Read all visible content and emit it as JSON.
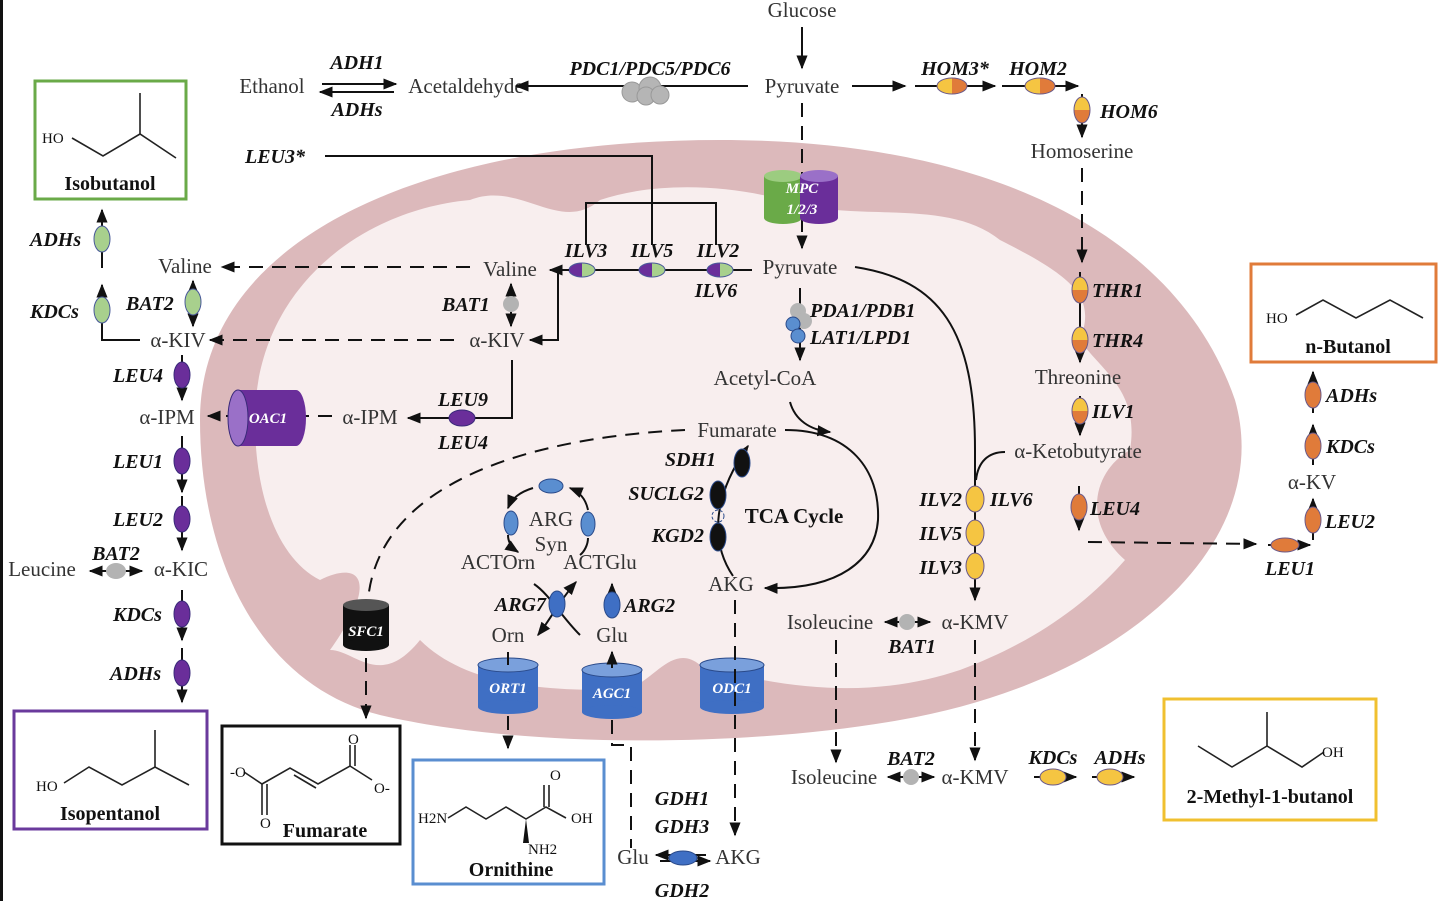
{
  "diagram": {
    "title": "Mitochondrial compartmentalization of higher alcohol biosynthesis in yeast",
    "compartments": {
      "outer": "cytosol",
      "inner": "mitochondrion"
    },
    "colors": {
      "membrane": "#dcb9bb",
      "matrix": "#f8eeee",
      "isobutanol": "#6aaa48",
      "isopentanol": "#6a3a9c",
      "fumarate": "#111111",
      "ornithine": "#5a8ed0",
      "n_butanol": "#e07b3a",
      "methylbutanol": "#f0c030",
      "valine_enzyme": "#a8d08d",
      "leucine_enzyme": "#6a2e9a",
      "threonine_enzyme_top": "#f5c542",
      "threonine_enzyme_bottom": "#e07b3a",
      "transporter_blue": "#3f6fc4",
      "bat_gray": "#b3b3b3",
      "tca_enzyme": "#111111"
    }
  },
  "metabolites": {
    "glucose": "Glucose",
    "pyruvate_cyto": "Pyruvate",
    "pyruvate_mito": "Pyruvate",
    "ethanol": "Ethanol",
    "acetaldehyde": "Acetaldehyde",
    "homoserine": "Homoserine",
    "threonine": "Threonine",
    "ketobutyrate": "α-Ketobutyrate",
    "valine_mito": "Valine",
    "valine_cyto": "Valine",
    "kiv_mito": "α-KIV",
    "kiv_cyto": "α-KIV",
    "ipm_mito": "α-IPM",
    "ipm_cyto": "α-IPM",
    "kic": "α-KIC",
    "leucine": "Leucine",
    "acetyl_coa": "Acetyl-CoA",
    "fumarate": "Fumarate",
    "akg_tca": "AKG",
    "arg_syn_1": "ARG",
    "arg_syn_2": "Syn",
    "actorn": "ACTOrn",
    "actglu": "ACTGlu",
    "orn": "Orn",
    "glu_mito": "Glu",
    "glu_cyto": "Glu",
    "akg_cyto": "AKG",
    "isoleucine_mito": "Isoleucine",
    "kmv_mito": "α-KMV",
    "isoleucine_cyto": "Isoleucine",
    "kmv_cyto": "α-KMV",
    "kv": "α-KV"
  },
  "genes": {
    "adh1": "ADH1",
    "adhs_top": "ADHs",
    "pdc": "PDC1/PDC5/PDC6",
    "hom3": "HOM3*",
    "hom2": "HOM2",
    "hom6": "HOM6",
    "leu3": "LEU3*",
    "mpc_1": "MPC",
    "mpc_2": "1/2/3",
    "ilv3": "ILV3",
    "ilv5": "ILV5",
    "ilv2": "ILV2",
    "ilv6": "ILV6",
    "bat1_val": "BAT1",
    "pda": "PDA1/PDB1",
    "lat": "LAT1/LPD1",
    "thr1": "THR1",
    "thr4": "THR4",
    "ilv1": "ILV1",
    "adhs_iso": "ADHs",
    "kdcs_iso": "KDCs",
    "bat2_val": "BAT2",
    "leu4_a": "LEU4",
    "oac1": "OAC1",
    "leu9": "LEU9",
    "leu4_b": "LEU4",
    "leu1_left": "LEU1",
    "leu2_left": "LEU2",
    "bat2_leu": "BAT2",
    "kdcs_ipt": "KDCs",
    "adhs_ipt": "ADHs",
    "sdh1": "SDH1",
    "suclg2": "SUCLG2",
    "kgd2": "KGD2",
    "tca": "TCA Cycle",
    "arg7": "ARG7",
    "arg2": "ARG2",
    "sfc1": "SFC1",
    "ort1": "ORT1",
    "agc1": "AGC1",
    "odc1": "ODC1",
    "gdh1": "GDH1",
    "gdh3": "GDH3",
    "gdh2": "GDH2",
    "ilv2_b": "ILV2",
    "ilv6_b": "ILV6",
    "ilv5_b": "ILV5",
    "ilv3_b": "ILV3",
    "bat1_ile": "BAT1",
    "bat2_ile": "BAT2",
    "kdcs_mb": "KDCs",
    "adhs_mb": "ADHs",
    "leu4_right": "LEU4",
    "leu1_right": "LEU1",
    "leu2_right": "LEU2",
    "kdcs_nb": "KDCs",
    "adhs_nb": "ADHs"
  },
  "products": {
    "isobutanol": {
      "name": "Isobutanol",
      "ho": "HO"
    },
    "isopentanol": {
      "name": "Isopentanol",
      "ho": "HO"
    },
    "fumarate": {
      "name": "Fumarate",
      "o_top": "O",
      "o_bottom": "O",
      "o_left": "-O",
      "o_right": "O-"
    },
    "ornithine": {
      "name": "Ornithine",
      "h2n": "H2N",
      "oh": "OH",
      "o": "O",
      "nh2": "NH2"
    },
    "n_butanol": {
      "name": "n-Butanol",
      "ho": "HO"
    },
    "methylbutanol": {
      "name": "2-Methyl-1-butanol",
      "oh": "OH"
    }
  }
}
